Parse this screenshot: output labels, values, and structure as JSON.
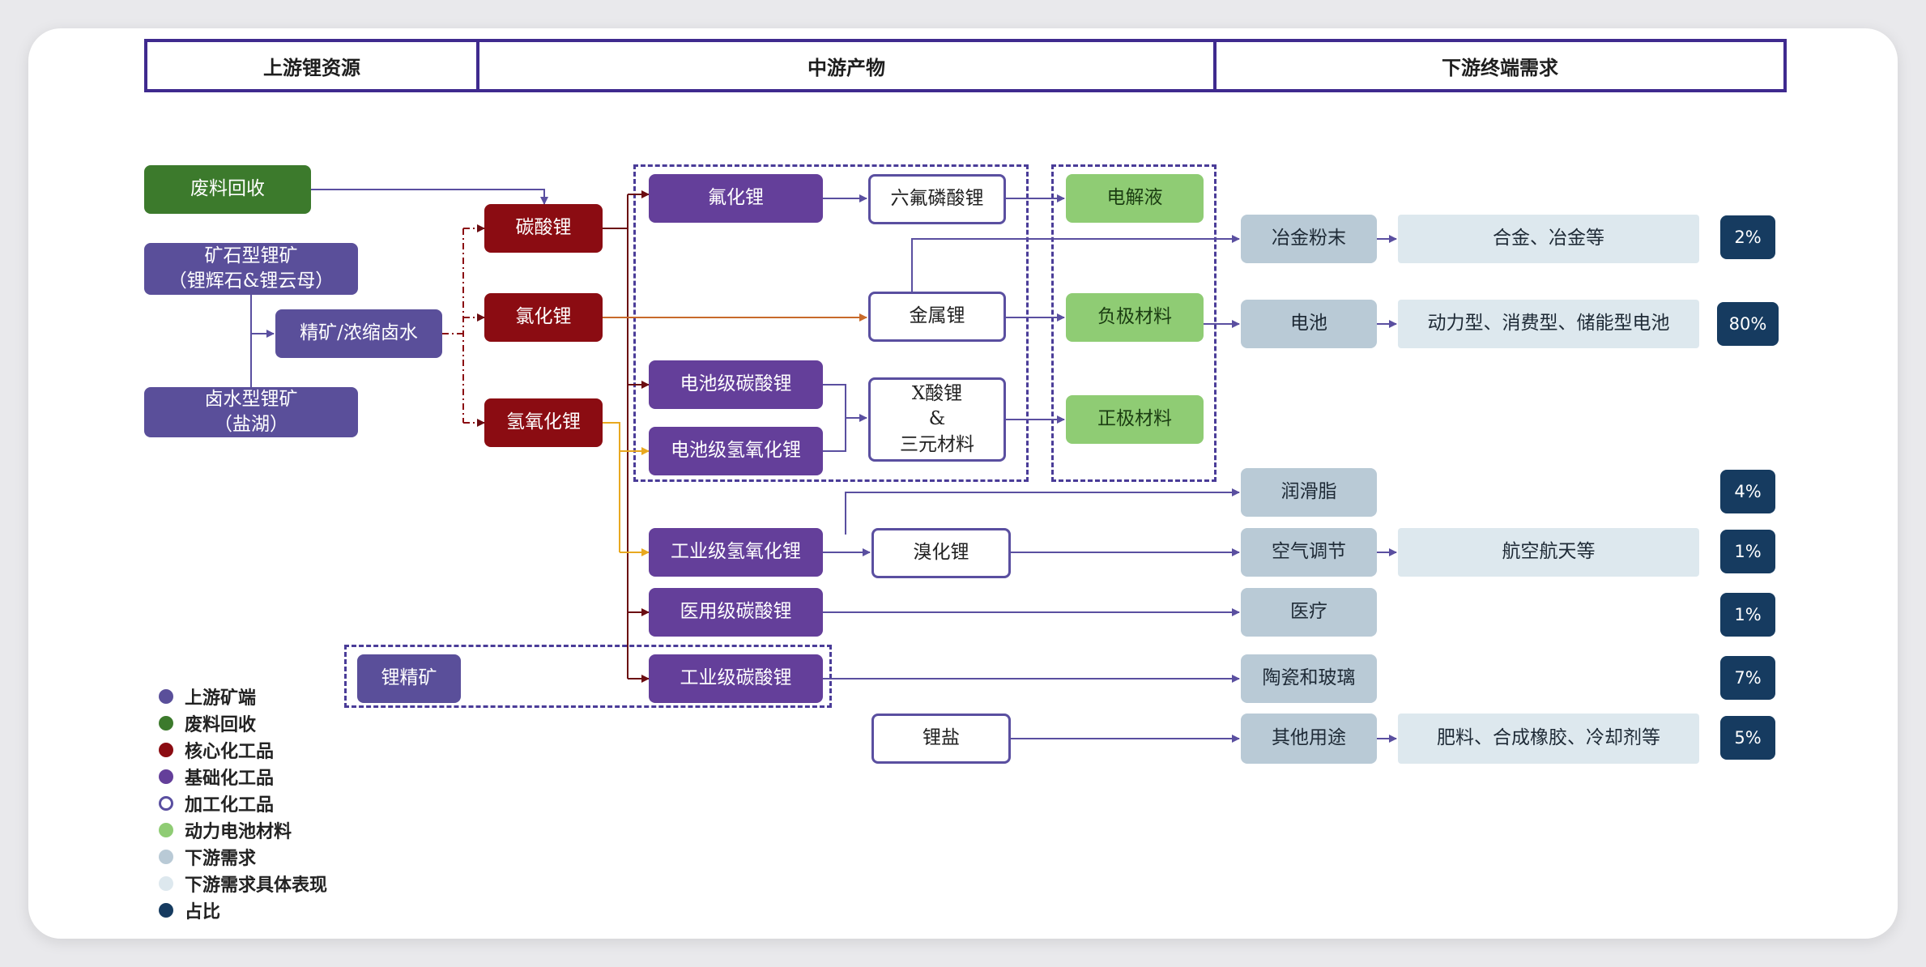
{
  "header": {
    "upstream": "上游锂资源",
    "midstream": "中游产物",
    "downstream": "下游终端需求"
  },
  "nodes": {
    "waste_recycle": "废料回收",
    "ore_lithium": "矿石型锂矿\n（锂辉石&锂云母）",
    "concentrate_brine": "精矿/浓缩卤水",
    "brine_lithium": "卤水型锂矿\n（盐湖）",
    "lithium_carbonate": "碳酸锂",
    "lithium_chloride": "氯化锂",
    "lithium_hydroxide": "氢氧化锂",
    "lithium_fluoride": "氟化锂",
    "lipf6": "六氟磷酸锂",
    "electrolyte": "电解液",
    "metal_lithium": "金属锂",
    "anode_material": "负极材料",
    "battery_li2co3": "电池级碳酸锂",
    "battery_lioh": "电池级氢氧化锂",
    "x_acid_ternary": "X酸锂\n&\n三元材料",
    "cathode_material": "正极材料",
    "industrial_lioh": "工业级氢氧化锂",
    "lithium_bromide": "溴化锂",
    "medical_li2co3": "医用级碳酸锂",
    "industrial_li2co3": "工业级碳酸锂",
    "lithium_concentrate": "锂精矿",
    "lithium_salt": "锂盐"
  },
  "demand": {
    "metallurgy_powder": "冶金粉末",
    "battery": "电池",
    "lubricant": "润滑脂",
    "air_conditioning": "空气调节",
    "medical": "医疗",
    "ceramics_glass": "陶瓷和玻璃",
    "other_uses": "其他用途"
  },
  "details": {
    "alloy": "合金、冶金等",
    "battery_types": "动力型、消费型、储能型电池",
    "aerospace": "航空航天等",
    "fertilizer": "肥料、合成橡胶、冷却剂等"
  },
  "shares": {
    "metallurgy": "2%",
    "battery": "80%",
    "lubricant": "4%",
    "air_conditioning": "1%",
    "medical": "1%",
    "ceramics_glass": "7%",
    "other": "5%"
  },
  "legend": [
    {
      "label": "上游矿端",
      "color": "#5a4f9a"
    },
    {
      "label": "废料回收",
      "color": "#3c7a2c"
    },
    {
      "label": "核心化工品",
      "color": "#8b0c12"
    },
    {
      "label": "基础化工品",
      "color": "#643f9a"
    },
    {
      "label": "加工化工品",
      "color": "#ffffff"
    },
    {
      "label": "动力电池材料",
      "color": "#8fcc74"
    },
    {
      "label": "下游需求",
      "color": "#b9cad6"
    },
    {
      "label": "下游需求具体表现",
      "color": "#dde8ee"
    },
    {
      "label": "占比",
      "color": "#163b60"
    }
  ],
  "colors": {
    "arrow_main": "#5a4fa0",
    "arrow_core": "#6b0d12",
    "arrow_orange": "#c86a2a",
    "arrow_yellow": "#e8a820",
    "frame": "#3f2a8e"
  }
}
